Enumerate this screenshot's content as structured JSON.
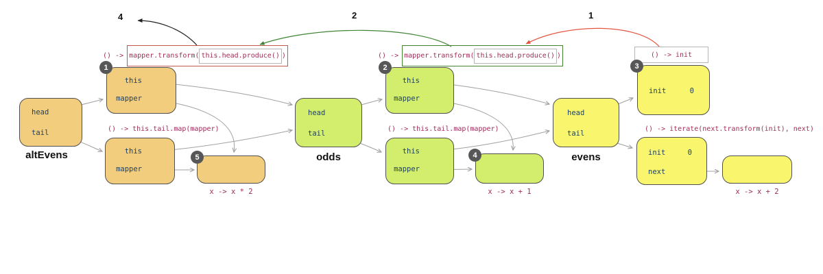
{
  "colors": {
    "alt_evens_fill": "#f3cd7e",
    "odds_fill": "#d3ee6c",
    "evens_fill": "#f9f66e",
    "box_border": "#4f4f4f",
    "field_text": "#1c3d5e",
    "code_text": "#a02d58",
    "red_frame": "#c0574e",
    "green_frame": "#448131",
    "gray_frame": "#b5b5b5",
    "pointer_gray": "#a0a0a0",
    "arrow_black": "#222222",
    "arrow_green": "#3f8434",
    "arrow_red": "#e4543f",
    "badge_bg": "#575757"
  },
  "arrows": {
    "label_4": "4",
    "label_2": "2",
    "label_1": "1"
  },
  "clusters": {
    "alt_evens": {
      "label": "altEvens",
      "outer": {
        "field_head": "head",
        "field_tail": "tail"
      },
      "map_head_cell": {
        "badge": "1",
        "code_prefix": "() ->",
        "code_call": "mapper.transform(",
        "code_arg": "this.head.produce()",
        "code_close": ")",
        "field_this": "this",
        "field_mapper": "mapper"
      },
      "map_tail_cell": {
        "code": "() -> this.tail.map(mapper)",
        "field_this": "this",
        "field_mapper": "mapper"
      },
      "lambda": {
        "badge": "5",
        "caption": "x -> x * 2"
      }
    },
    "odds": {
      "label": "odds",
      "outer": {
        "field_head": "head",
        "field_tail": "tail"
      },
      "map_head_cell": {
        "badge": "2",
        "code_prefix": "() ->",
        "code_call": "mapper.transform(",
        "code_arg": "this.head.produce()",
        "code_close": ")",
        "field_this": "this",
        "field_mapper": "mapper"
      },
      "map_tail_cell": {
        "code": "() -> this.tail.map(mapper)",
        "field_this": "this",
        "field_mapper": "mapper"
      },
      "lambda": {
        "badge": "4",
        "caption": "x -> x + 1"
      }
    },
    "evens": {
      "label": "evens",
      "outer": {
        "field_head": "head",
        "field_tail": "tail"
      },
      "head_cell": {
        "badge": "3",
        "code": "() -> init",
        "field_init": "init",
        "value_init": "0"
      },
      "tail_cell": {
        "code": "() -> iterate(next.transform(init), next)",
        "field_init": "init",
        "value_init": "0",
        "field_next": "next"
      },
      "lambda": {
        "caption": "x -> x + 2"
      }
    }
  }
}
